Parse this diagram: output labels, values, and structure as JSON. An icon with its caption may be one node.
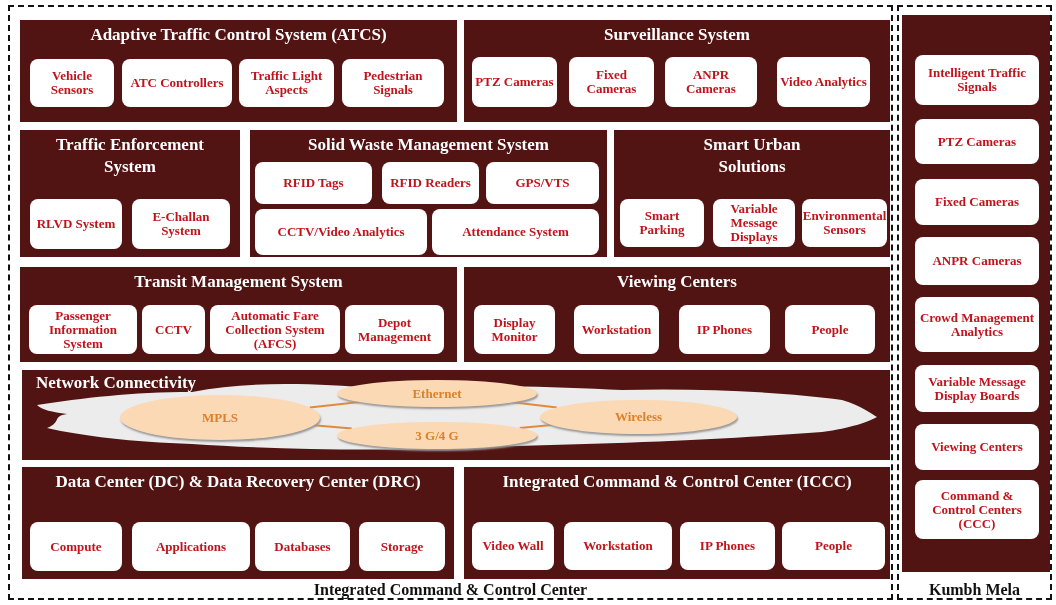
{
  "diagram": {
    "nodes": [
      {
        "text": [
          "Integrated Command & Control Center"
        ]
      },
      {
        "text": [
          "Adaptive Traffic Control System (ATCS)"
        ],
        "in": 0
      },
      {
        "text": [
          "Vehicle Sensors"
        ],
        "in": 1
      },
      {
        "text": [
          "ATC Controllers"
        ],
        "in": 1
      },
      {
        "text": [
          "Traffic Light Aspects"
        ],
        "in": 1
      },
      {
        "text": [
          "Pedestrian Signals"
        ],
        "in": 1
      },
      {
        "text": [
          "Surveillance System"
        ],
        "in": 0
      },
      {
        "text": [
          "PTZ Cameras"
        ],
        "in": 6
      },
      {
        "text": [
          "Fixed Cameras"
        ],
        "in": 6
      },
      {
        "text": [
          "ANPR Cameras"
        ],
        "in": 6
      },
      {
        "text": [
          "Video Analytics"
        ],
        "in": 6
      },
      {
        "text": [
          "Traffic Enforcement System"
        ],
        "in": 0
      },
      {
        "text": [
          "RLVD System"
        ],
        "in": 11
      },
      {
        "text": [
          "E-Challan System"
        ],
        "in": 11
      },
      {
        "text": [
          "Solid Waste Management System"
        ],
        "in": 0
      },
      {
        "text": [
          "RFID Tags"
        ],
        "in": 14
      },
      {
        "text": [
          "RFID Readers"
        ],
        "in": 14
      },
      {
        "text": [
          "GPS/VTS"
        ],
        "in": 14
      },
      {
        "text": [
          "CCTV/Video Analytics"
        ],
        "in": 14
      },
      {
        "text": [
          "Attendance System"
        ],
        "in": 14
      },
      {
        "text": [
          "Smart Urban Solutions"
        ],
        "in": 0
      },
      {
        "text": [
          "Smart Parking"
        ],
        "in": 20
      },
      {
        "text": [
          "Variable Message Displays"
        ],
        "in": 20
      },
      {
        "text": [
          "Environmental Sensors"
        ],
        "in": 20
      },
      {
        "text": [
          "Transit Management System"
        ],
        "in": 0
      },
      {
        "text": [
          "Passenger Information System"
        ],
        "in": 24
      },
      {
        "text": [
          "CCTV"
        ],
        "in": 24
      },
      {
        "text": [
          "Automatic Fare Collection System (AFCS)"
        ],
        "in": 24
      },
      {
        "text": [
          "Depot Management"
        ],
        "in": 24
      },
      {
        "text": [
          "Viewing Centers"
        ],
        "in": 0
      },
      {
        "text": [
          "Display Monitor"
        ],
        "in": 29
      },
      {
        "text": [
          "Workstation"
        ],
        "in": 29
      },
      {
        "text": [
          "IP Phones"
        ],
        "in": 29
      },
      {
        "text": [
          "People"
        ],
        "in": 29
      },
      {
        "text": [
          "Network Connectivity"
        ],
        "in": 0
      },
      {
        "text": [
          "Ethernet"
        ],
        "in": 34
      },
      {
        "text": [
          "MPLS"
        ],
        "in": 34
      },
      {
        "text": [
          "Wireless"
        ],
        "in": 34
      },
      {
        "text": [
          "3 G/4 G"
        ],
        "in": 34
      },
      {
        "text": [
          "Data Center (DC) & Data Recovery Center (DRC)"
        ],
        "in": 0
      },
      {
        "text": [
          "Compute"
        ],
        "in": 39
      },
      {
        "text": [
          "Applications"
        ],
        "in": 39
      },
      {
        "text": [
          "Databases"
        ],
        "in": 39
      },
      {
        "text": [
          "Storage"
        ],
        "in": 39
      },
      {
        "text": [
          "Integrated Command & Control Center (ICCC)"
        ],
        "in": 0
      },
      {
        "text": [
          "Video Wall"
        ],
        "in": 44
      },
      {
        "text": [
          "Workstation"
        ],
        "in": 44
      },
      {
        "text": [
          "IP Phones"
        ],
        "in": 44
      },
      {
        "text": [
          "People"
        ],
        "in": 44
      },
      {
        "text": [
          "Kumbh Mela"
        ]
      },
      {
        "text": [
          "Intelligent Traffic Signals"
        ],
        "in": 49
      },
      {
        "text": [
          "PTZ Cameras"
        ],
        "in": 49
      },
      {
        "text": [
          "Fixed Cameras"
        ],
        "in": 49
      },
      {
        "text": [
          "ANPR Cameras"
        ],
        "in": 49
      },
      {
        "text": [
          "Crowd Management Analytics"
        ],
        "in": 49
      },
      {
        "text": [
          "Variable Message Display Boards"
        ],
        "in": 49
      },
      {
        "text": [
          "Viewing Centers"
        ],
        "in": 49
      },
      {
        "text": [
          "Command & Control Centers (CCC)"
        ],
        "in": 49
      }
    ],
    "edges": [
      {
        "from": 36,
        "to": 35,
        "arrow": "none"
      },
      {
        "from": 36,
        "to": 38,
        "arrow": "none"
      },
      {
        "from": 35,
        "to": 37,
        "arrow": "none"
      },
      {
        "from": 38,
        "to": 37,
        "arrow": "none"
      }
    ]
  }
}
